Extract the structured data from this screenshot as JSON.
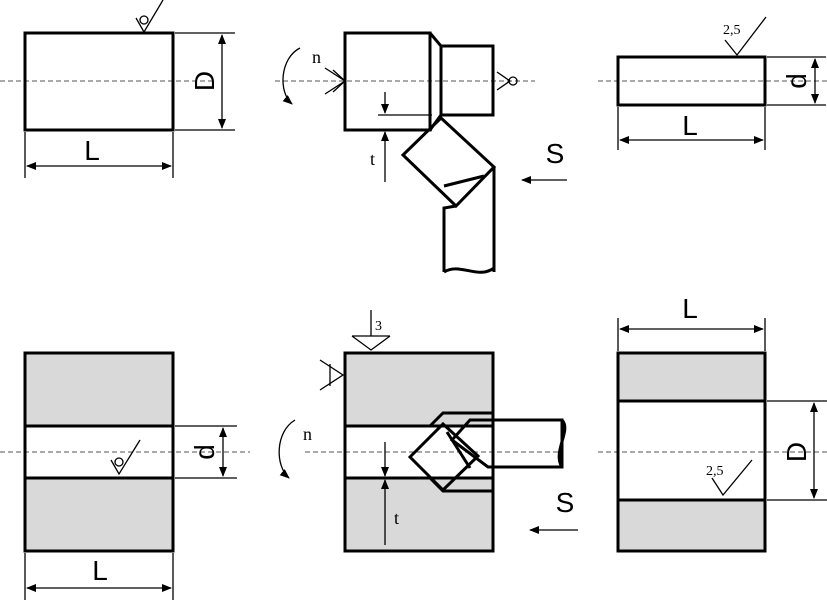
{
  "labels": {
    "D": "D",
    "L": "L",
    "d": "d",
    "n": "n",
    "t": "t",
    "S": "S",
    "roughness_25": "2,5",
    "roughness_3": "3"
  }
}
